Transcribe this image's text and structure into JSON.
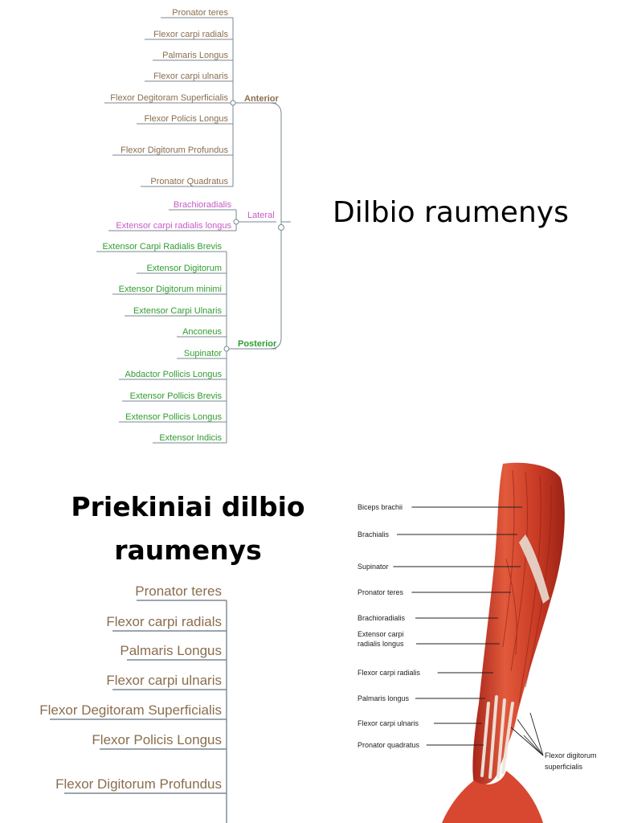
{
  "top_map": {
    "anterior": {
      "label": "Anterior",
      "items": [
        "Pronator teres",
        "Flexor carpi radials",
        "Palmaris Longus",
        "Flexor carpi ulnaris",
        "Flexor Degitoram Superficialis",
        "Flexor Policis Longus",
        "Flexor Digitorum Profundus",
        "Pronator Quadratus"
      ]
    },
    "lateral": {
      "label": "Lateral",
      "items": [
        "Brachioradialis",
        "Extensor carpi radialis longus"
      ]
    },
    "posterior": {
      "label": "Posterior",
      "items": [
        "Extensor Carpi Radialis Brevis",
        "Extensor Digitorum",
        "Extensor Digitorum minimi",
        "Extensor Carpi Ulnaris",
        "Anconeus",
        "Supinator",
        "Abdactor Pollicis Longus",
        "Extensor Pollicis Brevis",
        "Extensor Pollicis Longus",
        "Extensor Indicis"
      ]
    }
  },
  "title": "Dilbio raumenys",
  "subtitle": {
    "line1": "Priekiniai dilbio",
    "line2": "raumenys"
  },
  "bottom_map": {
    "items": [
      "Pronator teres",
      "Flexor carpi radials",
      "Palmaris Longus",
      "Flexor carpi ulnaris",
      "Flexor Degitoram Superficialis",
      "Flexor Policis Longus",
      "Flexor Digitorum Profundus"
    ]
  },
  "anatomy": {
    "labels": [
      "Biceps brachii",
      "Brachialis",
      "Supinator",
      "Pronator teres",
      "Brachioradialis",
      "Extensor carpi radialis longus",
      "Flexor carpi radialis",
      "Palmaris longus",
      "Flexor carpi ulnaris",
      "Pronator quadratus",
      "Flexor digitorum superficialis"
    ]
  },
  "colors": {
    "anterior": "#8a6d4e",
    "lateral": "#c65ac6",
    "posterior": "#2f9c2f",
    "line": "#7a8790",
    "muscle": "#d4402a",
    "tendon": "#e8dcd2"
  }
}
